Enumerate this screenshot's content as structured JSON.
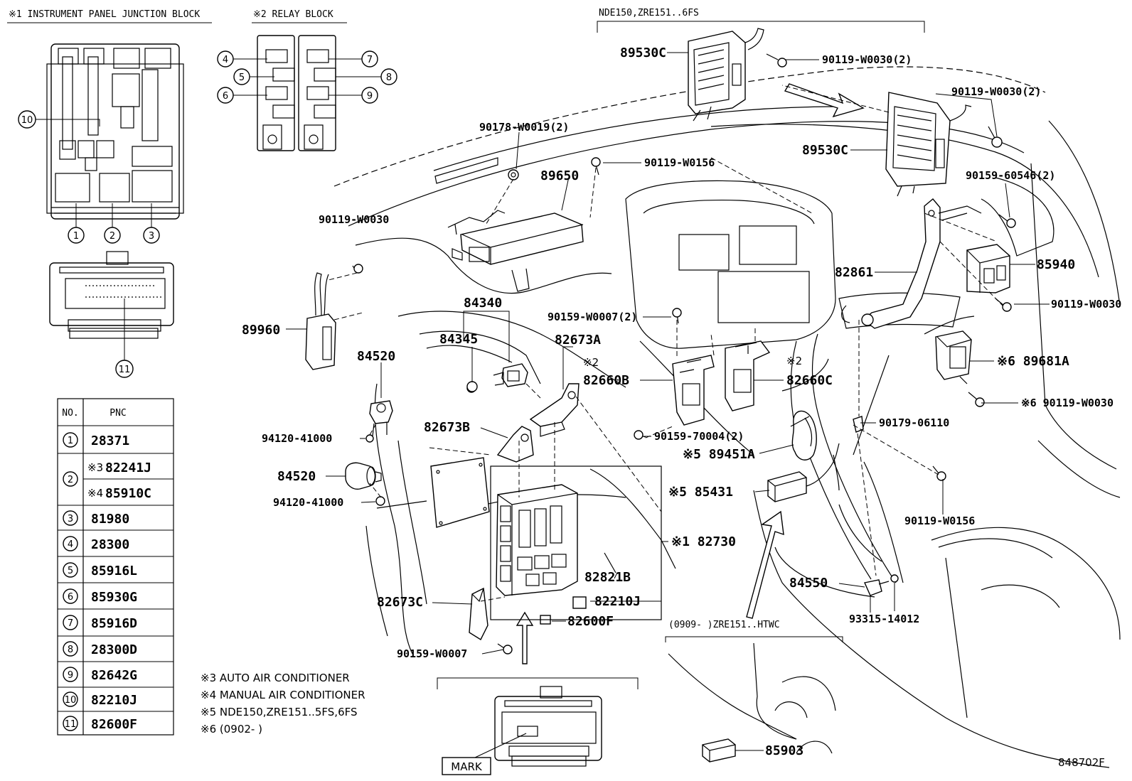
{
  "headers": {
    "junction_block": "※1 INSTRUMENT PANEL JUNCTION BLOCK",
    "relay_block": "※2 RELAY BLOCK",
    "variant_top": "NDE150,ZRE151..6FS",
    "variant_bottom": "(0909-    )ZRE151..HTWC"
  },
  "relay_callouts": [
    "4",
    "5",
    "6",
    "7",
    "8",
    "9"
  ],
  "junction_callouts": [
    "1",
    "2",
    "3",
    "10",
    "11"
  ],
  "table": {
    "col_no": "NO.",
    "col_pnc": "PNC",
    "rows": [
      {
        "no": "1",
        "pnc": "28371"
      },
      {
        "no": "2",
        "note": "※3",
        "pnc": "82241J"
      },
      {
        "no": "",
        "note": "※4",
        "pnc": "85910C"
      },
      {
        "no": "3",
        "pnc": "81980"
      },
      {
        "no": "4",
        "pnc": "28300"
      },
      {
        "no": "5",
        "pnc": "85916L"
      },
      {
        "no": "6",
        "pnc": "85930G"
      },
      {
        "no": "7",
        "pnc": "85916D"
      },
      {
        "no": "8",
        "pnc": "28300D"
      },
      {
        "no": "9",
        "pnc": "82642G"
      },
      {
        "no": "10",
        "pnc": "82210J"
      },
      {
        "no": "11",
        "pnc": "82600F"
      }
    ]
  },
  "notes": [
    "※3  AUTO AIR CONDITIONER",
    "※4  MANUAL AIR CONDITIONER",
    "※5  NDE150,ZRE151..5FS,6FS",
    "※6  (0902-      )"
  ],
  "labels": {
    "p89530c_a": "89530C",
    "p90119w0030_a": "90119-W0030(2)",
    "p90119w0030_b": "90119-W0030(2)",
    "p89530c_b": "89530C",
    "p90178w0019": "90178-W0019(2)",
    "p90119w0156_a": "90119-W0156",
    "p89650": "89650",
    "p90159_60546": "90159-60546(2)",
    "p90119w0030_c": "90119-W0030",
    "p82861": "82861",
    "p85940": "85940",
    "p90119w0030_d": "90119-W0030",
    "p84340": "84340",
    "p89960": "89960",
    "p90159w0007_a": "90159-W0007(2)",
    "p84345": "84345",
    "p82673a": "82673A",
    "p84520_a": "84520",
    "mark2_a": "※2",
    "p82660b": "82660B",
    "mark2_b": "※2",
    "p82660c": "82660C",
    "p89681a": "※6 89681A",
    "p90119w0030_e": "※6 90119-W0030",
    "p82673b": "82673B",
    "p90179_06110": "90179-06110",
    "p94120_a": "94120-41000",
    "p90159_70004": "90159-70004(2)",
    "p89451a": "※5 89451A",
    "p84520_b": "84520",
    "p85431": "※5 85431",
    "p94120_b": "94120-41000",
    "p90119w0156_b": "90119-W0156",
    "p82730": "※1 82730",
    "p82821b": "82821B",
    "p84550": "84550",
    "p82673c": "82673C",
    "p82210j": "82210J",
    "p82600f": "82600F",
    "p93315": "93315-14012",
    "p90159w0007_b": "90159-W0007",
    "p85903": "85903",
    "mark": "MARK",
    "ref": "848702F"
  }
}
